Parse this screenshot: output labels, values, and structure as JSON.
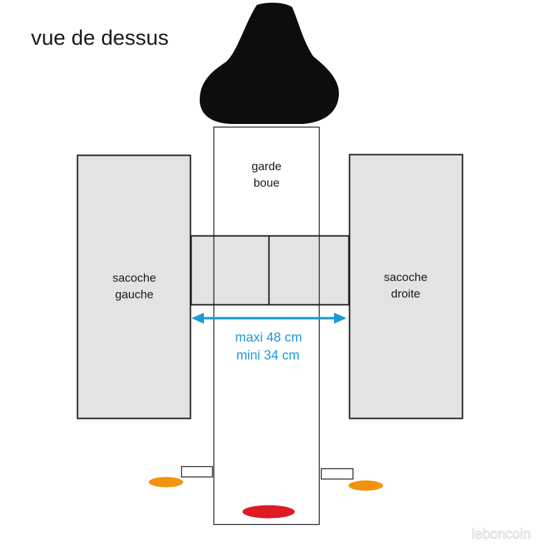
{
  "title": "vue de dessus",
  "labels": {
    "mudguard": [
      "garde",
      "boue"
    ],
    "left_bag": [
      "sacoche",
      "gauche"
    ],
    "right_bag": [
      "sacoche",
      "droite"
    ]
  },
  "dimensions": {
    "max": "maxi 48 cm",
    "min": "mini 34 cm"
  },
  "watermark": "leboncoin",
  "colors": {
    "bag_fill": "#e2e3e5",
    "outline": "#1a1a1a",
    "saddle": "#0d0d0d",
    "dimension": "#1b9ad8",
    "side_reflector": "#f29312",
    "rear_light": "#e01a22"
  }
}
